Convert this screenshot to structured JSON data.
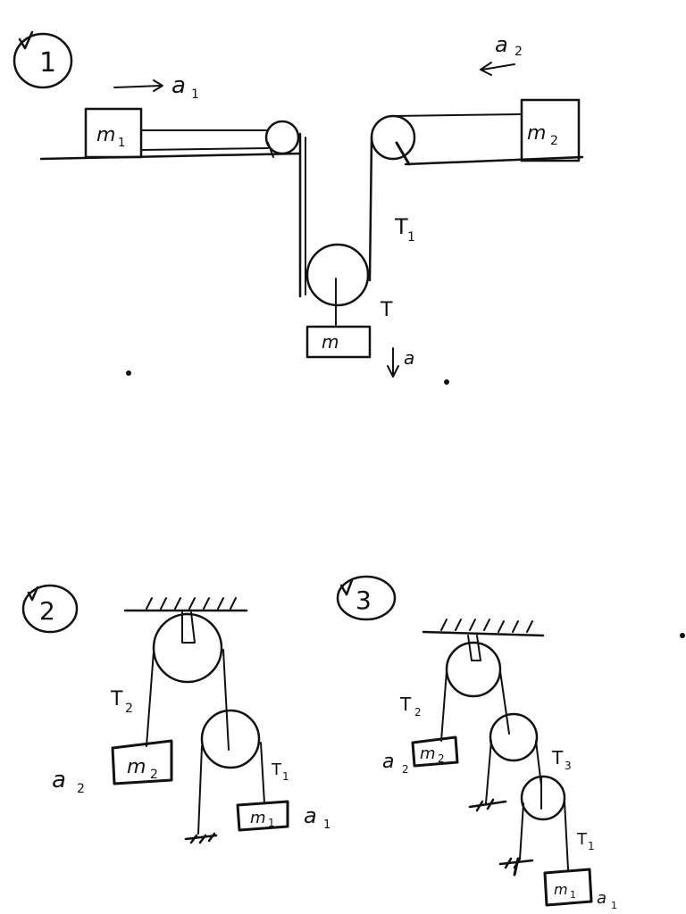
{
  "problems": [
    {
      "number": "1",
      "labels": {
        "a1": "a",
        "a1_sub": "1",
        "a2": "a",
        "a2_sub": "2",
        "m1": "m",
        "m1_sub": "1",
        "m2": "m",
        "m2_sub": "2",
        "T1": "T",
        "T1_sub": "1",
        "T": "T",
        "m": "m",
        "a": "a"
      }
    },
    {
      "number": "2",
      "labels": {
        "T2": "T",
        "T2_sub": "2",
        "m2": "m",
        "m2_sub": "2",
        "a2": "a",
        "a2_sub": "2",
        "T1": "T",
        "T1_sub": "1",
        "m1": "m",
        "m1_sub": "1",
        "a1": "a",
        "a1_sub": "1"
      }
    },
    {
      "number": "3",
      "labels": {
        "T2": "T",
        "T2_sub": "2",
        "m2": "m",
        "m2_sub": "2",
        "a2": "a",
        "a2_sub": "2",
        "T3": "T",
        "T3_sub": "3",
        "T1": "T",
        "T1_sub": "1",
        "m1": "m",
        "m1_sub": "1",
        "a1": "a",
        "a1_sub": "1"
      }
    }
  ],
  "check_mark": "✓"
}
